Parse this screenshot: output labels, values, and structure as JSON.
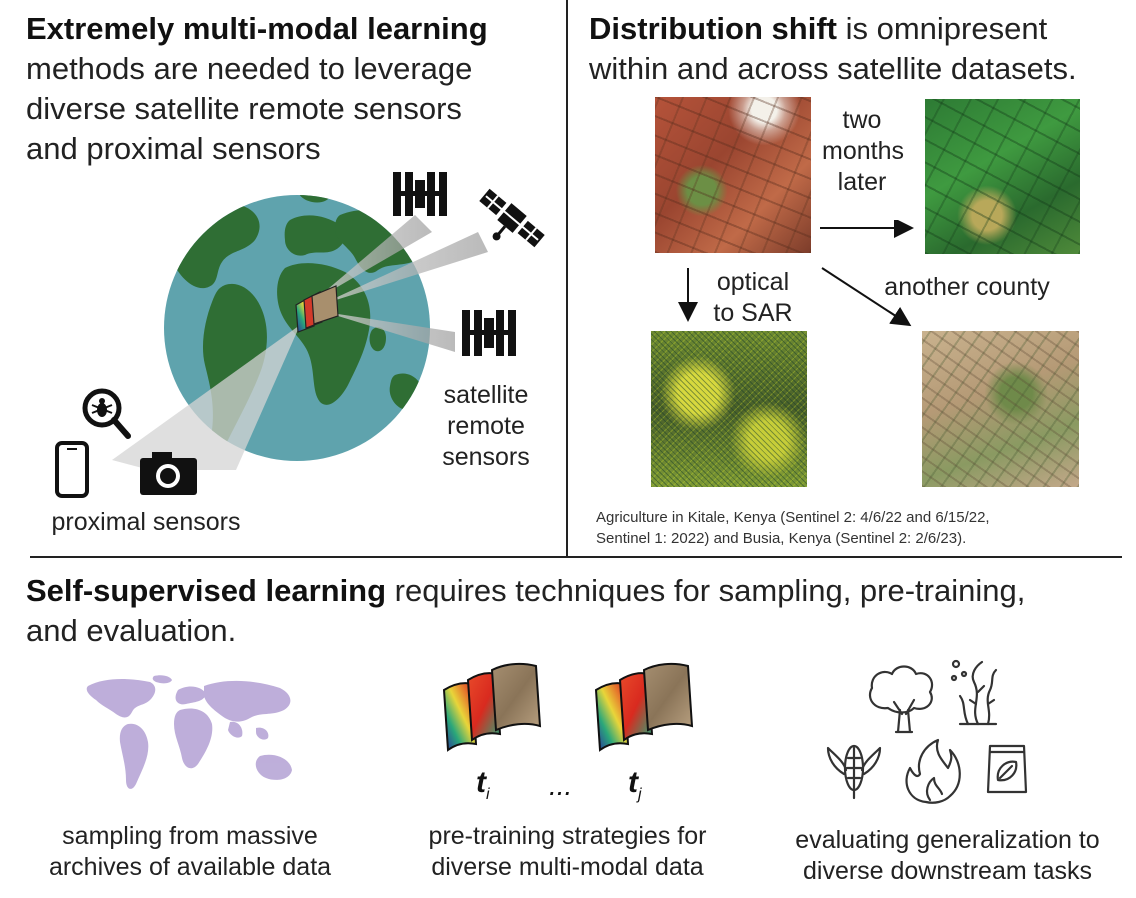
{
  "top_left": {
    "title_bold": "Extremely multi-modal learning",
    "title_line1": "methods are needed to leverage",
    "title_line2": "diverse satellite remote sensors",
    "title_line3": "and proximal sensors",
    "satellite_label": [
      "satellite",
      "remote",
      "sensors"
    ],
    "proximal_label": "proximal sensors"
  },
  "top_right": {
    "title_bold": "Distribution shift",
    "title_rest": " is omnipresent",
    "title_line2": "within and across satellite datasets.",
    "arrow_temporal": [
      "two",
      "months",
      "later"
    ],
    "arrow_sensor": [
      "optical",
      "to SAR"
    ],
    "arrow_region": "another county",
    "caption_line1": "Agriculture in Kitale, Kenya (Sentinel 2: 4/6/22 and 6/15/22,",
    "caption_line2": "Sentinel 1: 2022) and Busia, Kenya (Sentinel 2: 2/6/23)."
  },
  "bottom": {
    "title_bold": "Self-supervised learning",
    "title_rest": " requires techniques for sampling, pre-training,",
    "title_line2": "and evaluation.",
    "sampling_label": [
      "sampling from massive",
      "archives of available data"
    ],
    "pretraining_label": [
      "pre-training strategies for",
      "diverse multi-modal data"
    ],
    "time_i": "t",
    "time_i_sub": "i",
    "ellipsis": "...",
    "time_j": "t",
    "time_j_sub": "j",
    "eval_label": [
      "evaluating generalization to",
      "diverse downstream tasks"
    ]
  },
  "icons": [
    "satellite-icon",
    "space-station-icon",
    "magnifier-bug-icon",
    "phone-icon",
    "camera-icon",
    "tree-icon",
    "seaweed-icon",
    "corn-icon",
    "fire-icon",
    "seed-bag-icon"
  ],
  "colors": {
    "ocean": "#5fa3ad",
    "land": "#2f6e34",
    "divider": "#222222",
    "world_map": "#b7a6d6"
  }
}
